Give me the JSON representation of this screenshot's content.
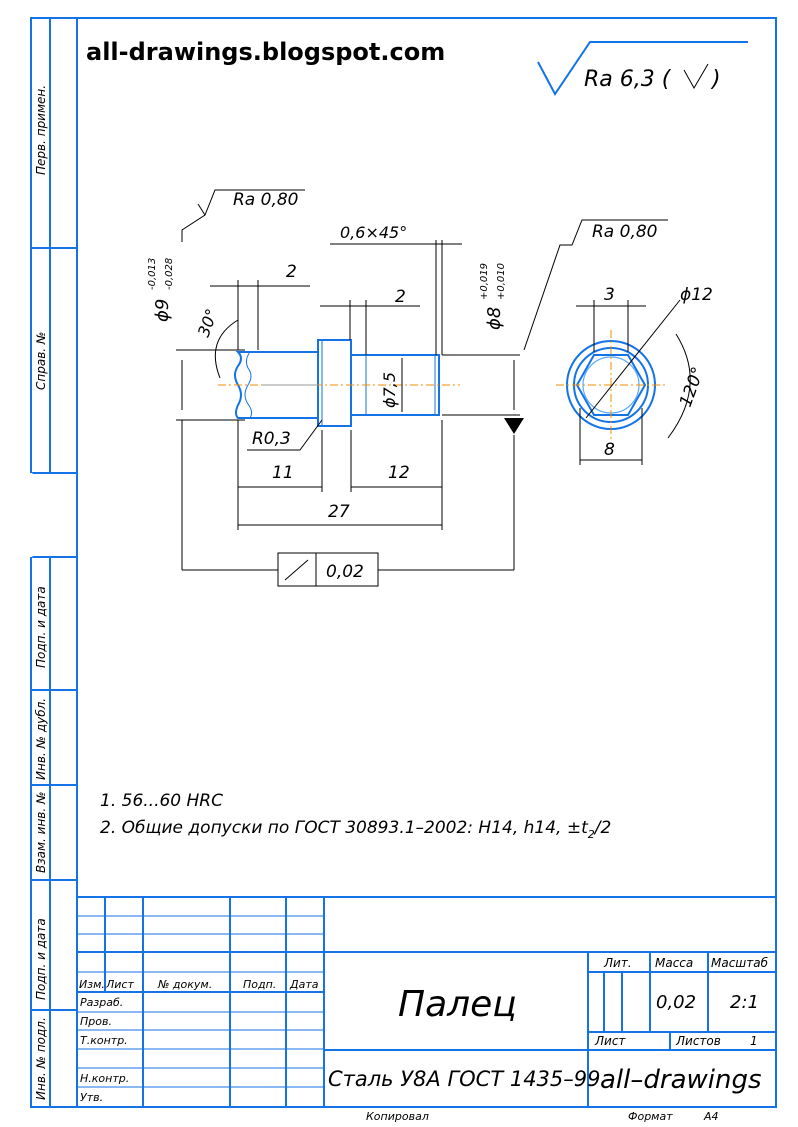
{
  "watermark": "all-drawings.blogspot.com",
  "roughness_general": "Ra 6,3 (",
  "roughness_general_close": ")",
  "side_labels": {
    "perv_primen": "Перв. примен.",
    "sprav_no": "Справ. №",
    "podp_data_1": "Подп. и дата",
    "inv_dubl": "Инв. № дубл.",
    "vzam_inv": "Взам. инв. №",
    "podp_data_2": "Подп. и дата",
    "inv_podl": "Инв. № подл."
  },
  "dimensions": {
    "ra_left": "Ra 0,80",
    "ra_right": "Ra 0,80",
    "diam9": "ϕ9",
    "diam9_tol_up": "-0,013",
    "diam9_tol_low": "-0,028",
    "angle30": "30°",
    "d2_left": "2",
    "chamfer": "0,6×45°",
    "d2_right": "2",
    "diam8": "ϕ8",
    "diam8_tol_up": "+0,019",
    "diam8_tol_low": "+0,010",
    "diam7_5": "ϕ7,5",
    "r03": "R0,3",
    "d11": "11",
    "d12": "12",
    "d27": "27",
    "runout": "0,02",
    "d3": "3",
    "diam12": "ϕ12",
    "angle120": "120°",
    "d8": "8"
  },
  "notes": {
    "line1": "1. 56...60 HRC",
    "line2": "2. Общие допуски по ГОСТ 30893.1–2002: H14, h14, ±t",
    "line2_sub": "2",
    "line2_end": "/2"
  },
  "title_block": {
    "headers": {
      "izm": "Изм.",
      "list": "Лист",
      "no_dokum": "№ докум.",
      "podp": "Подп.",
      "data": "Дата"
    },
    "roles": {
      "razrab": "Разраб.",
      "prov": "Пров.",
      "t_kontr": "Т.контр.",
      "n_kontr": "Н.контр.",
      "utv": "Утв."
    },
    "part_name": "Палец",
    "material": "Сталь У8А ГОСТ 1435–99",
    "lit_label": "Лит.",
    "massa_label": "Масса",
    "masshtab_label": "Масштаб",
    "massa_value": "0,02",
    "masshtab_value": "2:1",
    "list_label": "Лист",
    "listov_label": "Листов",
    "listov_value": "1",
    "organization": "all–drawings",
    "kopiroval": "Копировал",
    "format_label": "Формат",
    "format_value": "А4"
  },
  "colors": {
    "frame": "#1473e6",
    "axis": "#f08c00",
    "thread": "#5aa9ff"
  }
}
